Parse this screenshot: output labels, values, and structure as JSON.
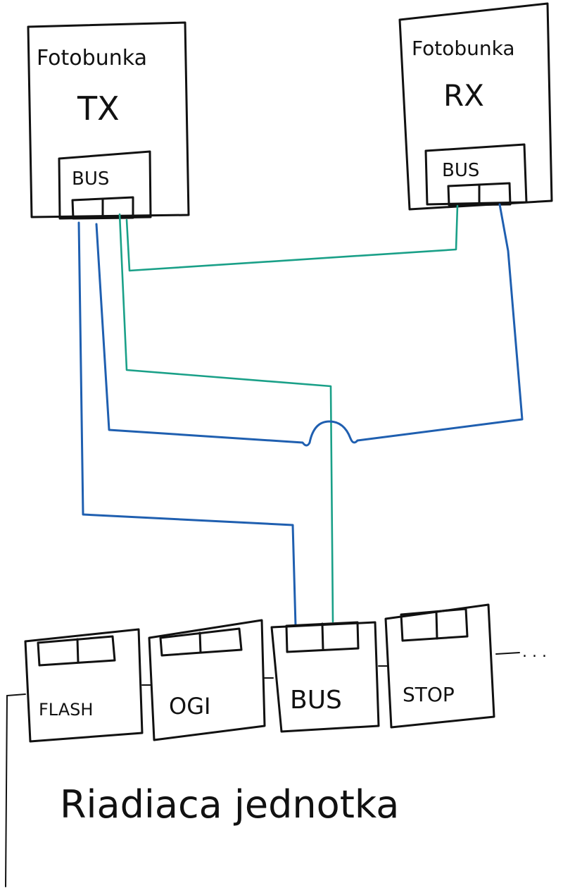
{
  "tx_unit": {
    "name": "Fotobunka",
    "id": "TX",
    "connector": "BUS"
  },
  "rx_unit": {
    "name": "Fotobunka",
    "id": "RX",
    "connector": "BUS"
  },
  "modules": [
    {
      "label": "FLASH"
    },
    {
      "label": "OGI"
    },
    {
      "label": "BUS"
    },
    {
      "label": "STOP"
    }
  ],
  "continuation": ". . .",
  "footer_label": "Riadiaca jednotka",
  "colors": {
    "wire_blue": "#1f5fb0",
    "wire_green": "#1aa088",
    "ink": "#111111"
  }
}
